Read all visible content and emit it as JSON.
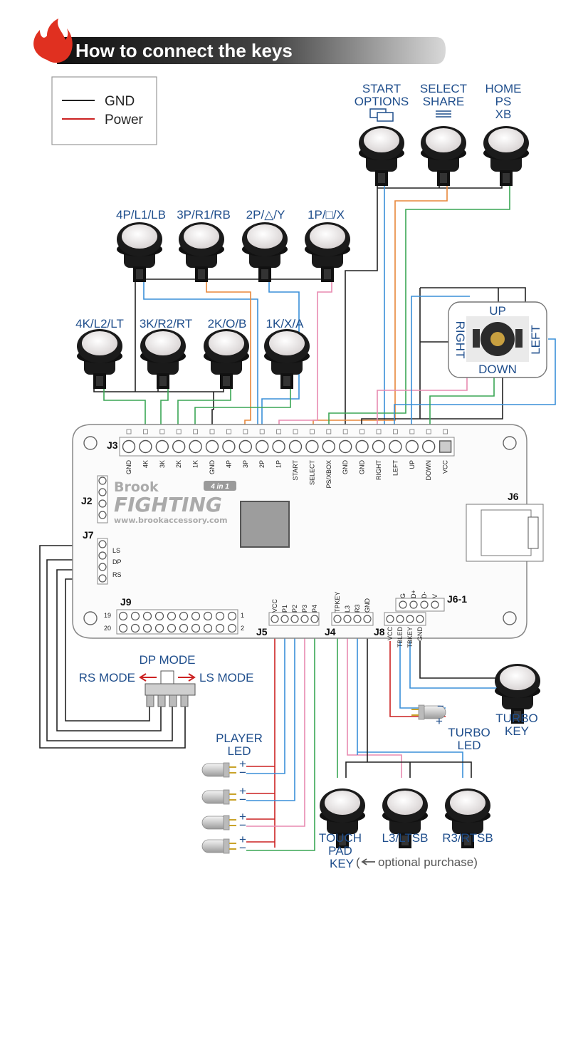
{
  "title": "How to connect the keys",
  "legend": {
    "gnd": "GND",
    "power": "Power"
  },
  "colors": {
    "gnd": "#222222",
    "power": "#cc2222",
    "blue": "#3a8fd8",
    "green": "#3aa655",
    "orange": "#e8873a",
    "pink": "#e88ab0",
    "label": "#1f4e8c"
  },
  "function_buttons": {
    "start": [
      "START",
      "OPTIONS"
    ],
    "select": [
      "SELECT",
      "SHARE"
    ],
    "home": [
      "HOME",
      "PS",
      "XB"
    ]
  },
  "punch_buttons": [
    "4P/L1/LB",
    "3P/R1/RB",
    "2P/△/Y",
    "1P/□/X"
  ],
  "kick_buttons": [
    "4K/L2/LT",
    "3K/R2/RT",
    "2K/O/B",
    "1K/X/A"
  ],
  "joystick": {
    "up": "UP",
    "down": "DOWN",
    "left": "LEFT",
    "right": "RIGHT"
  },
  "headers": {
    "j3": "J3",
    "j2": "J2",
    "j7": "J7",
    "j6": "J6",
    "j61": "J6-1",
    "j9": "J9",
    "j5": "J5",
    "j4": "J4",
    "j8": "J8"
  },
  "j3_pins": [
    "GND",
    "4K",
    "3K",
    "2K",
    "1K",
    "GND",
    "4P",
    "3P",
    "2P",
    "1P",
    "START",
    "SELECT",
    "PS/XBOX",
    "GND",
    "GND",
    "RIGHT",
    "LEFT",
    "UP",
    "DOWN",
    "VCC"
  ],
  "j7_pins": [
    "LS",
    "DP",
    "RS"
  ],
  "j9_pin_numbers": {
    "top_left": "19",
    "bottom_left": "20",
    "top_right": "1",
    "bottom_right": "2"
  },
  "j61_pins": [
    "G",
    "D+",
    "D-",
    "V"
  ],
  "j5_pins": [
    "VCC",
    "P1",
    "P2",
    "P3",
    "P4"
  ],
  "j4_pins": [
    "TPKEY",
    "L3",
    "R3",
    "GND"
  ],
  "j8_pins": [
    "VCC",
    "TBLED",
    "TBKEY",
    "GND"
  ],
  "brand": {
    "name1": "Brook",
    "name2": "FIGHTING",
    "badge": "4 in 1",
    "url": "www.brookaccessory.com"
  },
  "mode_switch": {
    "dp": "DP MODE",
    "rs": "RS MODE",
    "ls": "LS MODE"
  },
  "player_led": [
    "PLAYER",
    "LED"
  ],
  "turbo_led": [
    "TURBO",
    "LED"
  ],
  "turbo_key": [
    "TURBO",
    "KEY"
  ],
  "bottom_buttons": {
    "touch": [
      "TOUCH",
      "PAD",
      "KEY"
    ],
    "l3": "L3/LTSB",
    "r3": "R3/RTSB",
    "optional_open": "(",
    "optional_text": "optional purchase)"
  },
  "polarity": {
    "plus": "+",
    "minus": "−"
  }
}
